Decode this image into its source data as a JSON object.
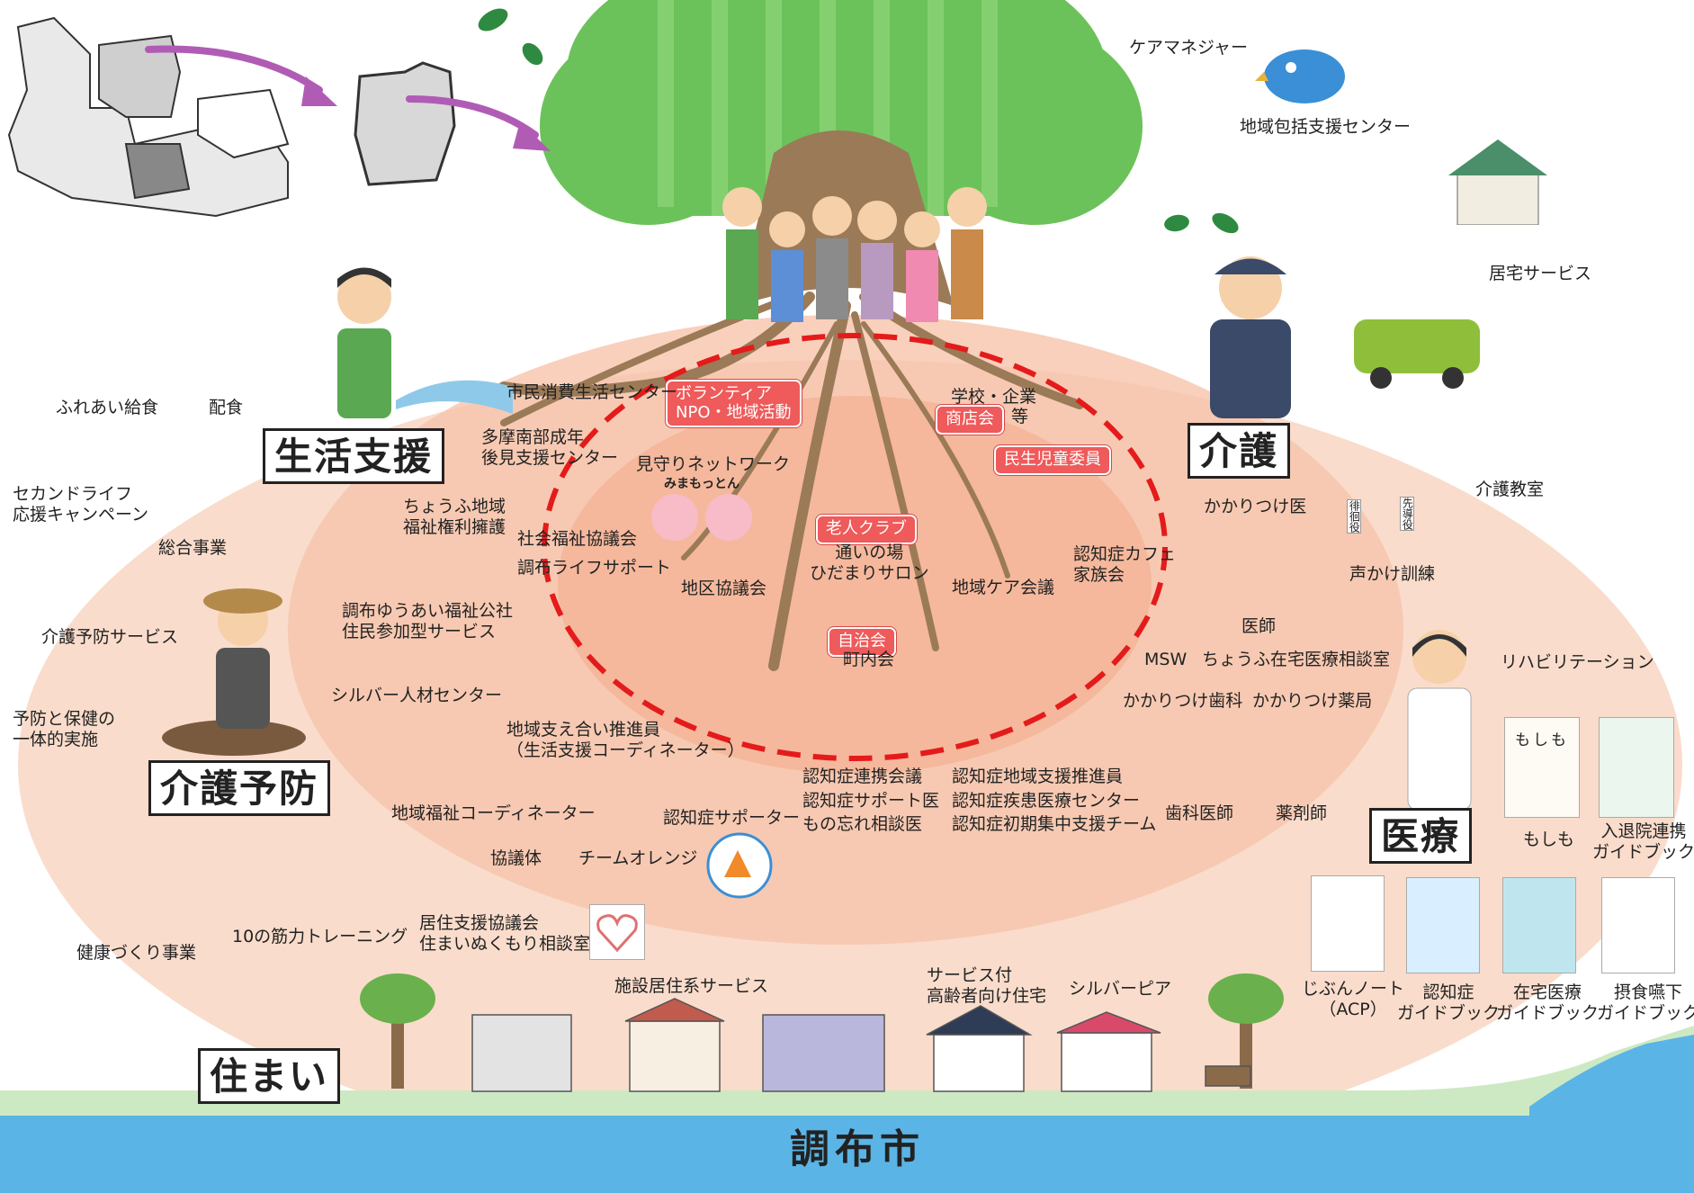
{
  "city": "調布市",
  "categories": {
    "seikatsu": "生活支援",
    "kaigo": "介護",
    "yobo": "介護予防",
    "iryo": "医療",
    "sumai": "住まい"
  },
  "tags": {
    "volunteer": "ボランティア\nNPO・地域活動",
    "shotenkai": "商店会",
    "minsei": "民生児童委員",
    "rojin": "老人クラブ",
    "jichikai": "自治会"
  },
  "labels": {
    "caremanager": "ケアマネジャー",
    "houkatsu": "地域包括支援センター",
    "kyotaku": "居宅サービス",
    "fureai": "ふれあい給食",
    "haishoku": "配食",
    "second_life": "セカンドライフ\n応援キャンペーン",
    "sogo": "総合事業",
    "shohi": "市民消費生活センター",
    "tama": "多摩南部成年\n後見支援センター",
    "mimamori": "見守りネットワーク",
    "mimamotton": "みまもっとん",
    "gakko": "学校・企業",
    "to": "等",
    "kenri": "ちょうふ地域\n福祉権利擁護",
    "shakyo": "社会福祉協議会",
    "chofu_life": "調布ライフサポート",
    "kayoi": "通いの場\nひだまりサロン",
    "ninchi_cafe": "認知症カフェ\n家族会",
    "chiku": "地区協議会",
    "chiiki_care": "地域ケア会議",
    "chonaikai": "町内会",
    "yuai": "調布ゆうあい福祉公社\n住民参加型サービス",
    "silver_jinzai": "シルバー人材センター",
    "sasaeai": "地域支え合い推進員\n（生活支援コーディネーター）",
    "chiiki_coord": "地域福祉コーディネーター",
    "ninchi_supporter": "認知症サポーター",
    "kyogikai": "協議体",
    "team_orange": "チームオレンジ",
    "ninchi_renkei": "認知症連携会議\n認知症サポート医\nもの忘れ相談医",
    "ninchi_suishin": "認知症地域支援推進員\n認知症疾患医療センター\n認知症初期集中支援チーム",
    "kyoju": "居住支援協議会\n住まいぬくもり相談室",
    "kaigo_yobo_service": "介護予防サービス",
    "yobo_hoken": "予防と保健の\n一体的実施",
    "kenko": "健康づくり事業",
    "kinryoku": "10の筋力トレーニング",
    "kakaritsuke": "かかりつけ医",
    "ishi": "医師",
    "msw": "MSW",
    "zaitaku_soudan": "ちょうふ在宅医療相談室",
    "shika": "かかりつけ歯科",
    "yakkyoku": "かかりつけ薬局",
    "shika_ishi": "歯科医師",
    "yakuzaishi": "薬剤師",
    "kaigo_kyoshitsu": "介護教室",
    "koekake": "声かけ訓練",
    "rehab": "リハビリテーション",
    "moshimo": "もしも",
    "taiin": "入退院連携\nガイドブック",
    "jibun": "じぶんノート\n（ACP）",
    "ninchi_guide": "認知症\nガイドブック",
    "zaitaku_guide": "在宅医療\nガイドブック",
    "sesshoku": "摂食嚥下\nガイドブック",
    "shisetsu": "施設居住系サービス",
    "service_tsuki": "サービス付\n高齢者向け住宅",
    "silver_pia": "シルバーピア",
    "haikai": "徘徊役",
    "sendo": "先導役",
    "moshimo_book": "もしも"
  },
  "colors": {
    "ellipse": "#f9d8c6",
    "inner": "#f4b89c",
    "river": "#5ab4e5",
    "tree": "#6cc25a",
    "trunk": "#8b6a4a",
    "dash": "#e41b1b",
    "tag": "#ef5a5a"
  }
}
